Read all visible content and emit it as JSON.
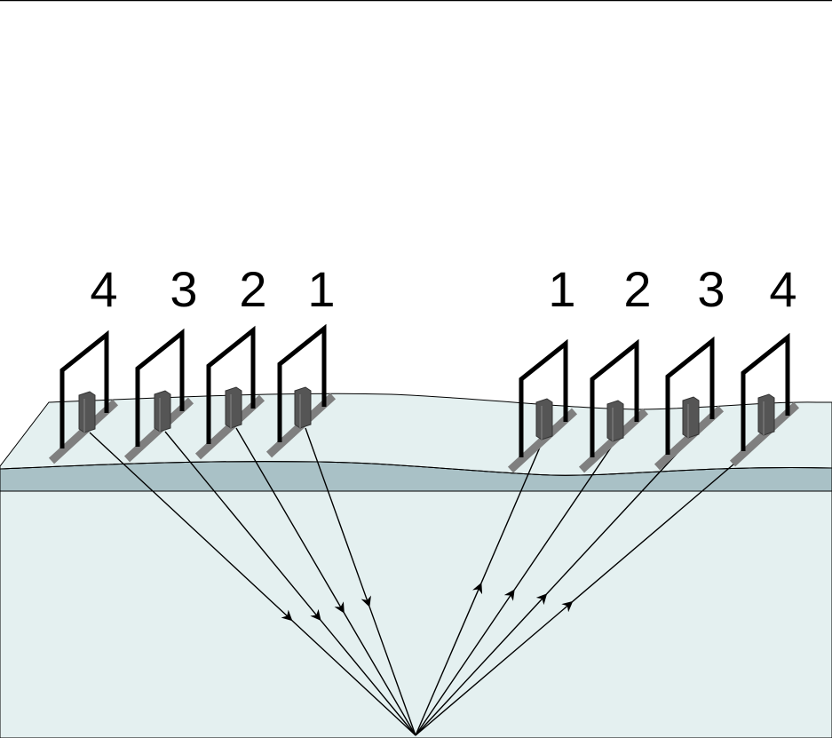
{
  "source_labels": [
    "4",
    "3",
    "2",
    "1"
  ],
  "receiver_labels": [
    "1",
    "2",
    "3",
    "4"
  ],
  "colors": {
    "surface_layer": "#e4f0f0",
    "weathered_layer": "#a9c1c6",
    "subsurface": "#e4f0f0",
    "frame": "#000000",
    "base_plate": "#7f7f7f",
    "device_body": "#555555",
    "ray": "#000000"
  },
  "icons": {
    "source": "source-frame-icon",
    "receiver": "receiver-frame-icon"
  }
}
